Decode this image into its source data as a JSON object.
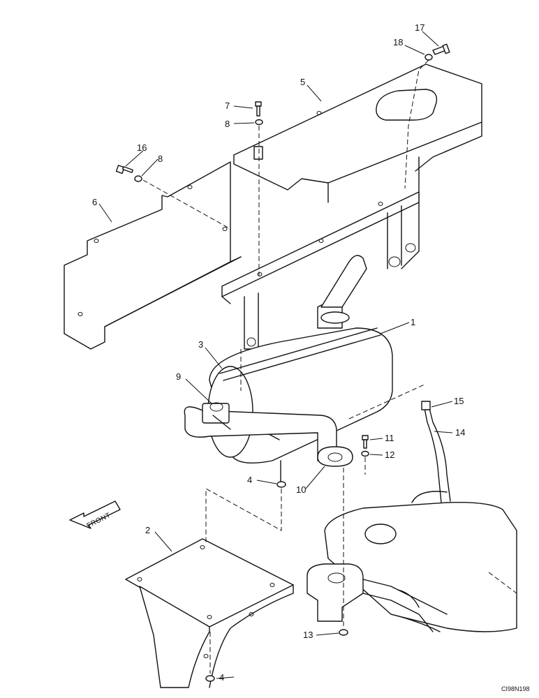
{
  "diagram": {
    "figure_ref": "CI98N198",
    "front_label": "FRONT",
    "callouts": [
      {
        "id": "c17",
        "label": "17"
      },
      {
        "id": "c18",
        "label": "18"
      },
      {
        "id": "c5",
        "label": "5"
      },
      {
        "id": "c7",
        "label": "7"
      },
      {
        "id": "c8a",
        "label": "8"
      },
      {
        "id": "c16",
        "label": "16"
      },
      {
        "id": "c8b",
        "label": "8"
      },
      {
        "id": "c6",
        "label": "6"
      },
      {
        "id": "c1",
        "label": "1"
      },
      {
        "id": "c3",
        "label": "3"
      },
      {
        "id": "c9",
        "label": "9"
      },
      {
        "id": "c15",
        "label": "15"
      },
      {
        "id": "c14",
        "label": "14"
      },
      {
        "id": "c11",
        "label": "11"
      },
      {
        "id": "c12",
        "label": "12"
      },
      {
        "id": "c4a",
        "label": "4"
      },
      {
        "id": "c10",
        "label": "10"
      },
      {
        "id": "c2",
        "label": "2"
      },
      {
        "id": "c13",
        "label": "13"
      },
      {
        "id": "c4b",
        "label": "4"
      }
    ]
  }
}
